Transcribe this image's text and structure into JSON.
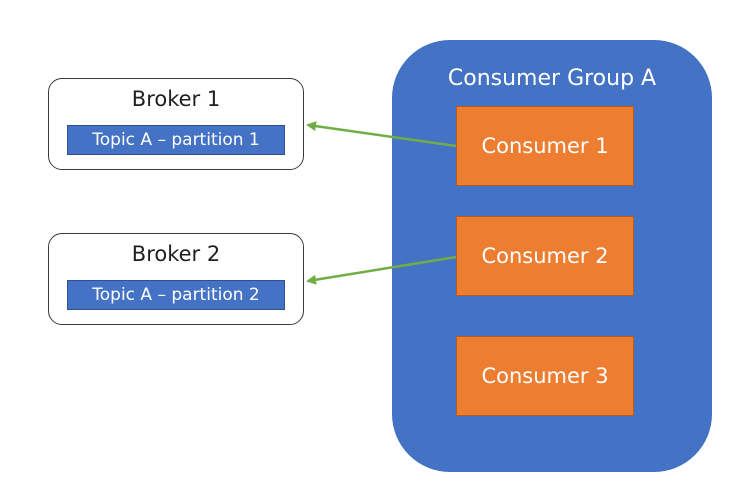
{
  "brokers": [
    {
      "title": "Broker 1",
      "partition": "Topic A – partition 1"
    },
    {
      "title": "Broker 2",
      "partition": "Topic A – partition 2"
    }
  ],
  "consumer_group": {
    "title": "Consumer Group A",
    "consumers": [
      "Consumer 1",
      "Consumer 2",
      "Consumer 3"
    ]
  },
  "colors": {
    "group_fill": "#4472c4",
    "partition_fill": "#4472c4",
    "consumer_fill": "#ed7d31",
    "arrow": "#70ad47"
  }
}
